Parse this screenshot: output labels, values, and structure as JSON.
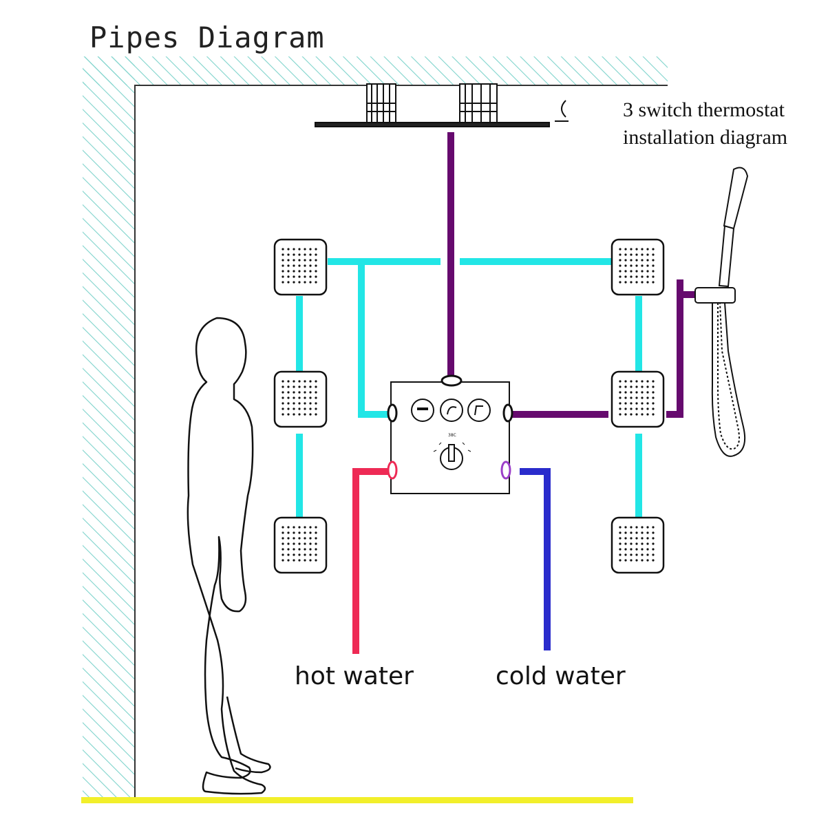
{
  "title": "Pipes Diagram",
  "caption": {
    "line1": "3 switch thermostat",
    "line2": "installation diagram"
  },
  "labels": {
    "hot": "hot water",
    "cold": "cold water"
  },
  "colors": {
    "wall_hatch": "#7fd3cc",
    "floor": "#f2ef2a",
    "body_jet_pipe": "#22e6e6",
    "shower_head_pipe": "#660a6e",
    "hot_pipe": "#ee2a55",
    "cold_pipe": "#2a2ccc",
    "outline": "#111111"
  },
  "icons": [
    "rain-shower-head-icon",
    "hand-shower-icon",
    "person-silhouette-icon",
    "thermostat-valve-icon",
    "body-jet-icon"
  ]
}
